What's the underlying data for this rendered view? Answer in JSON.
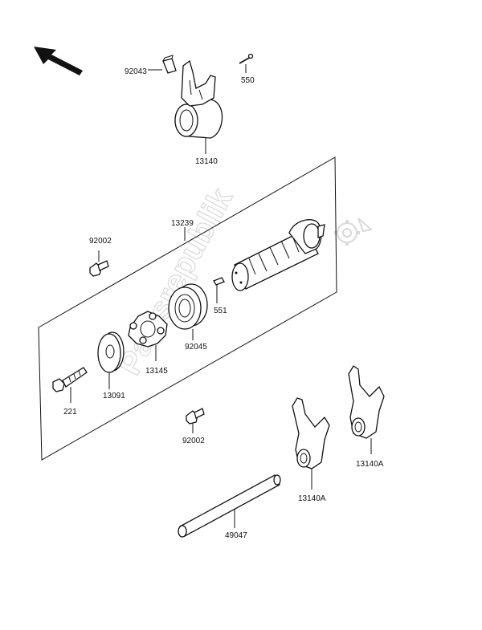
{
  "watermark": "Partsrepublik",
  "icons": {
    "direction_arrow": "arrow-up-left-icon",
    "watermark_gear": "gear-icon"
  },
  "labels": {
    "p92043": "92043",
    "p550": "550",
    "p13140": "13140",
    "p13239": "13239",
    "p92002_top": "92002",
    "p551": "551",
    "p92045": "92045",
    "p13145": "13145",
    "p13091": "13091",
    "p221": "221",
    "p92002_bottom": "92002",
    "p13140A_left": "13140A",
    "p13140A_right": "13140A",
    "p49047": "49047"
  }
}
